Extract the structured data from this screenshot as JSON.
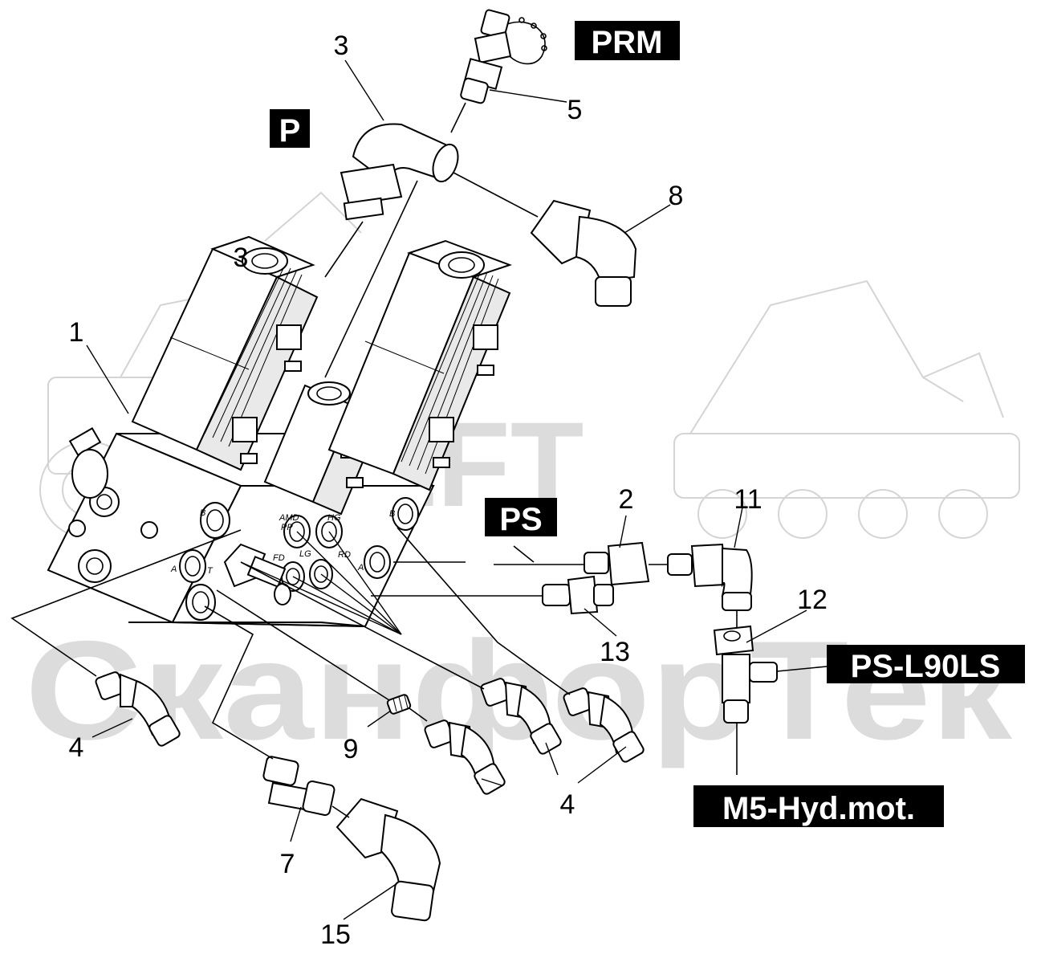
{
  "watermark": {
    "brand": "LFT",
    "text": "СканфорТек"
  },
  "tags": {
    "prm": "PRM",
    "p": "P",
    "ps": "PS",
    "ps_l90ls": "PS-L90LS",
    "m5": "M5-Hyd.mot."
  },
  "callouts": {
    "n1": "1",
    "n2": "2",
    "n3_top": "3",
    "n3_body": "3",
    "n4_left": "4",
    "n4_bottom": "4",
    "n5": "5",
    "n7": "7",
    "n8": "8",
    "n9": "9",
    "n11": "11",
    "n12": "12",
    "n13": "13",
    "n15": "15"
  },
  "ports": {
    "b_left": "B",
    "a_left": "A",
    "t": "T",
    "amd": "AMD",
    "pp": "PP",
    "fd": "FD",
    "lg": "LG",
    "hg": "HG",
    "rd": "RD",
    "b_right": "B",
    "a_right": "A"
  }
}
